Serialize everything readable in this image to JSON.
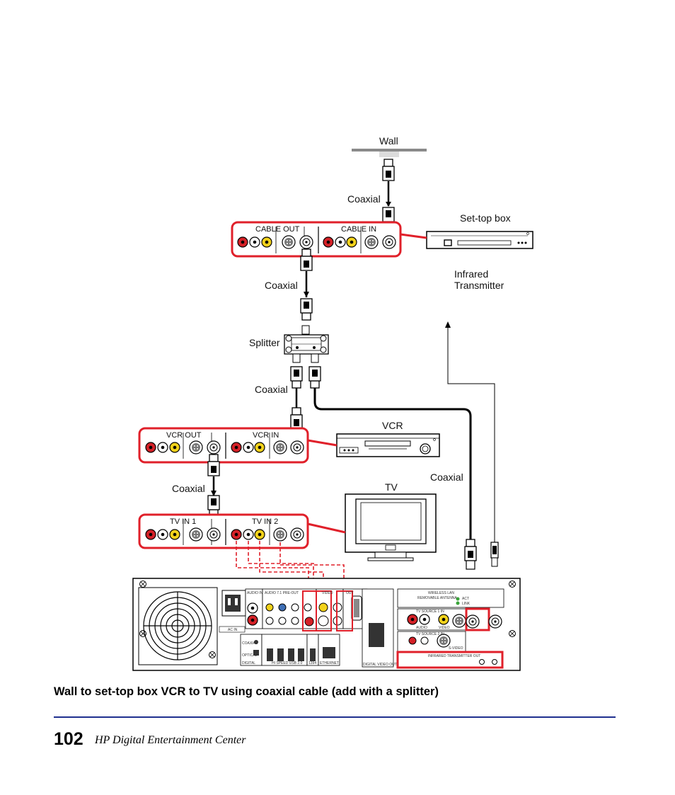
{
  "labels": {
    "wall": "Wall",
    "coaxial_1": "Coaxial",
    "set_top_box": "Set-top box",
    "infrared_transmitter_line1": "Infrared",
    "infrared_transmitter_line2": "Transmitter",
    "coaxial_2": "Coaxial",
    "splitter": "Splitter",
    "coaxial_3": "Coaxial",
    "vcr": "VCR",
    "coaxial_4": "Coaxial",
    "tv": "TV",
    "coaxial_5": "Coaxial"
  },
  "panels": {
    "stb_out": "CABLE OUT",
    "stb_in": "CABLE IN",
    "vcr_out": "VCR OUT",
    "vcr_in": "VCR IN",
    "tv_in1": "TV IN 1",
    "tv_in2": "TV IN 2"
  },
  "pc_back_labels": {
    "audio_in": "AUDIO IN",
    "audio_71": "AUDIO 7.1 PRE-OUT",
    "video": "VIDEO",
    "out": "OUT",
    "ac_in": "AC IN",
    "digital": "DIGITAL",
    "coaxial": "COAXIAL",
    "optical": "OPTICAL",
    "usb": "HI SPEED USB 2.0",
    "ieee": "1394",
    "ethernet": "ETHERNET",
    "dvi": "DIGITAL VIDEO OUT",
    "wireless": "WIRELESS LAN",
    "antenna": "REMOVABLE ANTENNA",
    "act": "ACT",
    "link": "LINK",
    "tv_source1": "TV SOURCE 1 IN",
    "tv_source2": "TV SOURCE 2 IN",
    "audio": "AUDIO",
    "video_lbl": "VIDEO",
    "svideo": "S-VIDEO",
    "ir_out": "INFRARED TRANSMITTER OUT"
  },
  "caption": "Wall to set-top box VCR to TV using coaxial cable (add with a splitter)",
  "footer": {
    "page_number": "102",
    "title": "HP Digital Entertainment Center"
  },
  "colors": {
    "highlight_red": "#e0202a",
    "jack_red": "#d42127",
    "jack_yellow": "#f2d21b",
    "rule_blue": "#1f2f8f"
  }
}
